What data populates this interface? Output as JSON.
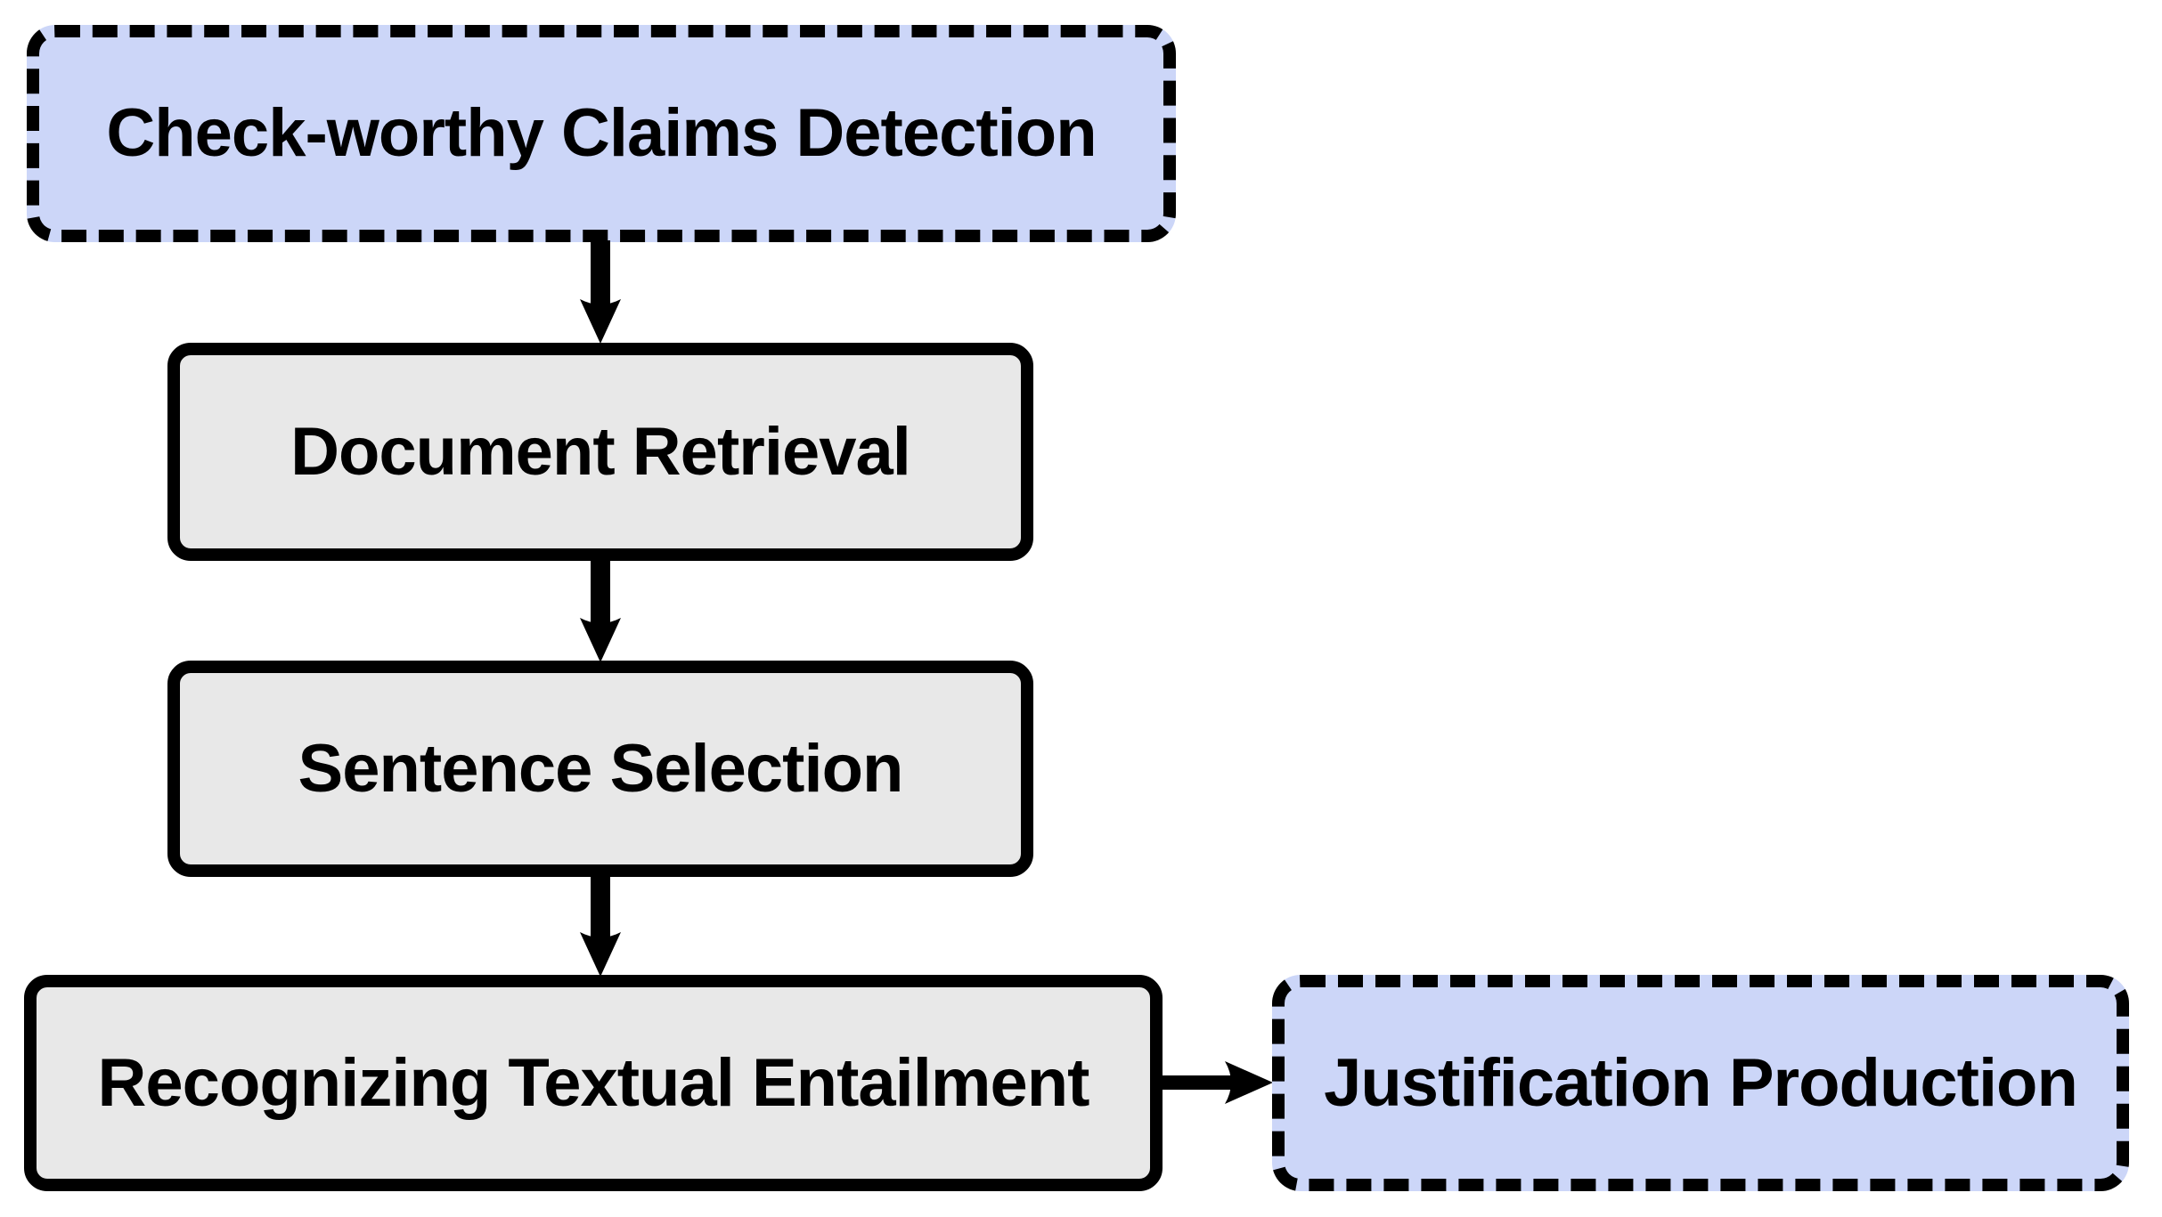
{
  "diagram": {
    "type": "flowchart",
    "background_color": "#ffffff",
    "palette": {
      "optional_stage_fill": "#ccd6f8",
      "core_stage_fill": "#e8e8e8",
      "border_color": "#000000",
      "text_color": "#000000",
      "arrow_color": "#000000"
    },
    "nodes": [
      {
        "id": "check-worthy-claims-detection",
        "label": "Check-worthy Claims Detection",
        "border_style": "dashed",
        "fill": "#ccd6f8"
      },
      {
        "id": "document-retrieval",
        "label": "Document Retrieval",
        "border_style": "solid",
        "fill": "#e8e8e8"
      },
      {
        "id": "sentence-selection",
        "label": "Sentence Selection",
        "border_style": "solid",
        "fill": "#e8e8e8"
      },
      {
        "id": "recognizing-textual-entailment",
        "label": "Recognizing Textual Entailment",
        "border_style": "solid",
        "fill": "#e8e8e8"
      },
      {
        "id": "justification-production",
        "label": "Justification Production",
        "border_style": "dashed",
        "fill": "#ccd6f8"
      }
    ],
    "edges": [
      {
        "from": "check-worthy-claims-detection",
        "to": "document-retrieval",
        "direction": "down"
      },
      {
        "from": "document-retrieval",
        "to": "sentence-selection",
        "direction": "down"
      },
      {
        "from": "sentence-selection",
        "to": "recognizing-textual-entailment",
        "direction": "down"
      },
      {
        "from": "recognizing-textual-entailment",
        "to": "justification-production",
        "direction": "right"
      }
    ]
  }
}
